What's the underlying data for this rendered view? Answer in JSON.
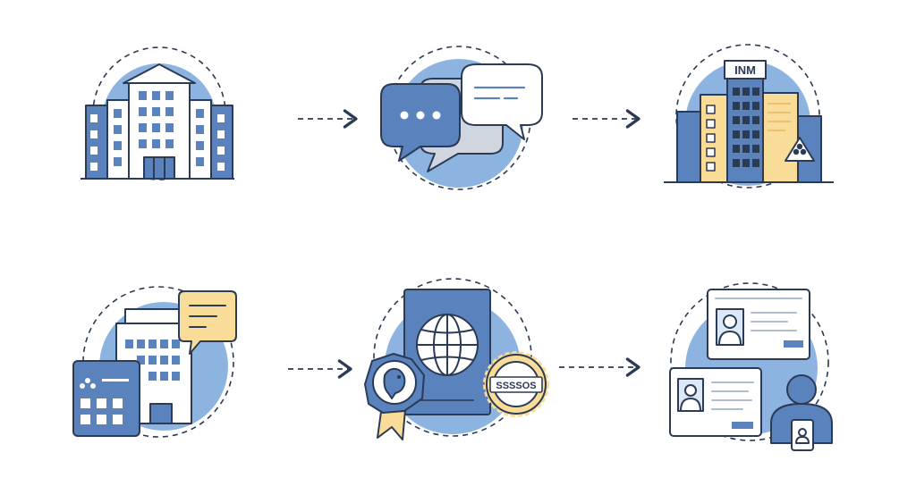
{
  "labels": {
    "inm_sign": "INM",
    "seal_text": "SSSSOS"
  },
  "colors": {
    "ink": "#2b3a55",
    "blue": "#5a83bd",
    "light_blue": "#8db4e0",
    "pale_blue": "#dce8f6",
    "cream": "#f9dc98",
    "white": "#ffffff",
    "gray_bubble": "#cfd6df"
  },
  "icons": [
    "office-building-icon",
    "chat-bubbles-icon",
    "inm-building-icon",
    "office-with-message-icon",
    "passport-with-seals-icon",
    "id-cards-with-person-icon"
  ],
  "arrows": [
    "arrow-1-to-2",
    "arrow-2-to-3",
    "arrow-4-to-5",
    "arrow-5-to-6"
  ]
}
